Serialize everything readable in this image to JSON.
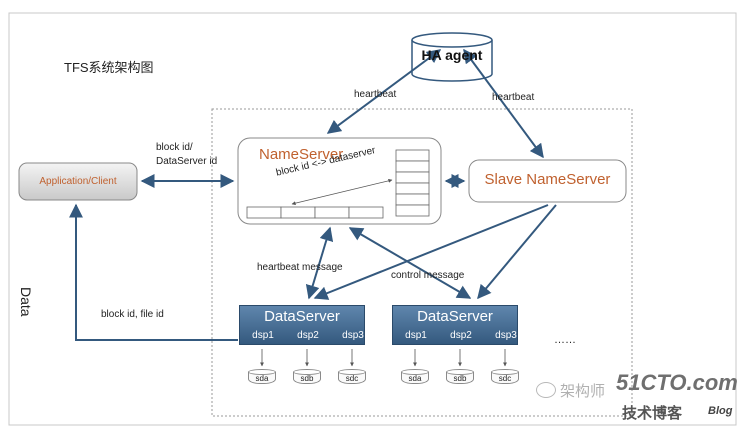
{
  "title": "TFS系统架构图",
  "ha_agent": "HA agent",
  "nameserver": "NameServer",
  "slave_nameserver": "Slave NameServer",
  "application_client": "Application/Client",
  "mapping_label": "block id <-> dataserver",
  "labels": {
    "heartbeat_left": "heartbeat",
    "heartbeat_right": "heartbeat",
    "blockid_line1": "block id/",
    "blockid_line2": "DataServer id",
    "heartbeat_message": "heartbeat  message",
    "control_message": "control message",
    "blockid_fileid": "block id, file id",
    "data": "Data",
    "ellipsis": "……"
  },
  "dataservers": [
    {
      "title": "DataServer",
      "dsp": [
        "dsp1",
        "dsp2",
        "dsp3"
      ],
      "disks": [
        "sda",
        "sdb",
        "sdc"
      ]
    },
    {
      "title": "DataServer",
      "dsp": [
        "dsp1",
        "dsp2",
        "dsp3"
      ],
      "disks": [
        "sda",
        "sdb",
        "sdc"
      ]
    }
  ],
  "watermark": {
    "chinese": "架构师",
    "site": "51CTO.com",
    "sub": "技术博客",
    "blog": "Blog"
  }
}
